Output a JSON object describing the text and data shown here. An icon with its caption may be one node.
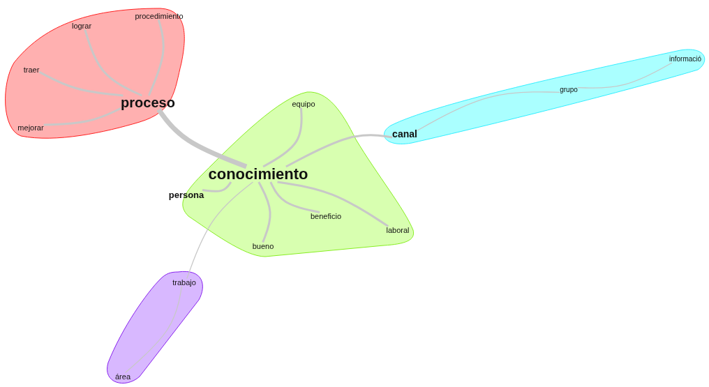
{
  "diagram": {
    "nodes": [
      {
        "text": [],
        "shape": "cloud"
      },
      {
        "text": [
          "lograr"
        ],
        "in": 0
      },
      {
        "text": [
          "procedimiento"
        ],
        "in": 0
      },
      {
        "text": [
          "traer"
        ],
        "in": 0
      },
      {
        "text": [
          "proceso"
        ],
        "in": 0
      },
      {
        "text": [
          "mejorar"
        ],
        "in": 0
      },
      {
        "text": [],
        "shape": "cloud"
      },
      {
        "text": [
          "informació"
        ],
        "in": 6
      },
      {
        "text": [
          "grupo"
        ],
        "in": 6
      },
      {
        "text": [
          "canal"
        ],
        "in": 6
      },
      {
        "text": [],
        "shape": "cloud"
      },
      {
        "text": [
          "equipo"
        ],
        "in": 10
      },
      {
        "text": [
          "conocimiento"
        ],
        "in": 10
      },
      {
        "text": [
          "persona"
        ],
        "in": 10
      },
      {
        "text": [
          "beneficio"
        ],
        "in": 10
      },
      {
        "text": [
          "laboral"
        ],
        "in": 10
      },
      {
        "text": [
          "bueno"
        ],
        "in": 10
      },
      {
        "text": [],
        "shape": "cloud"
      },
      {
        "text": [
          "trabajo"
        ],
        "in": 17
      },
      {
        "text": [
          "área"
        ],
        "in": 17
      }
    ],
    "edges": [
      {
        "from": 4,
        "to": 1,
        "arrow": "none"
      },
      {
        "from": 4,
        "to": 2,
        "arrow": "none"
      },
      {
        "from": 4,
        "to": 3,
        "arrow": "none"
      },
      {
        "from": 4,
        "to": 5,
        "arrow": "none"
      },
      {
        "from": 4,
        "to": 12,
        "arrow": "none",
        "style": "thick"
      },
      {
        "from": 12,
        "to": 11,
        "arrow": "none"
      },
      {
        "from": 12,
        "to": 9,
        "arrow": "none"
      },
      {
        "from": 12,
        "to": 13,
        "arrow": "none"
      },
      {
        "from": 12,
        "to": 14,
        "arrow": "none"
      },
      {
        "from": 12,
        "to": 15,
        "arrow": "none"
      },
      {
        "from": 12,
        "to": 16,
        "arrow": "none"
      },
      {
        "from": 12,
        "to": 18,
        "arrow": "none"
      },
      {
        "from": 9,
        "to": 8,
        "arrow": "none"
      },
      {
        "from": 8,
        "to": 7,
        "arrow": "none"
      },
      {
        "from": 18,
        "to": 19,
        "arrow": "none"
      }
    ]
  }
}
